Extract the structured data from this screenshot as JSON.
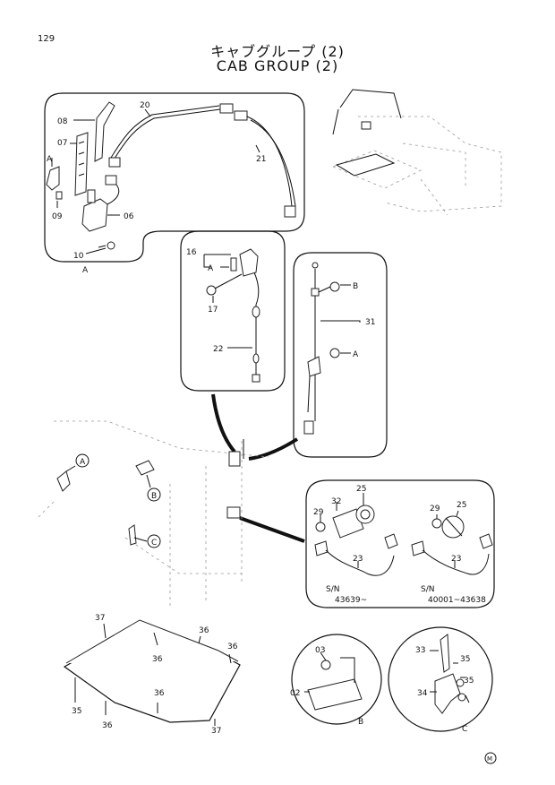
{
  "page_number": "129",
  "title_jp": "キャブグループ (2)",
  "title_en": "CAB GROUP (2)",
  "callouts": {
    "c08": "08",
    "c07": "07",
    "c20": "20",
    "c21": "21",
    "cA1": "A",
    "c09": "09",
    "c06": "06",
    "c10": "10",
    "cA2": "A",
    "c16": "16",
    "cA3": "A",
    "c17": "17",
    "c22": "22",
    "cB1": "B",
    "c31": "31",
    "cA4": "A",
    "cA5": "A",
    "cB2": "B",
    "cC1": "C",
    "c32": "32",
    "c25a": "25",
    "c29a": "29",
    "c23a": "23",
    "c29b": "29",
    "c25b": "25",
    "c23b": "23",
    "c37a": "37",
    "c36a": "36",
    "c36b": "36",
    "c36c": "36",
    "c35": "35",
    "c36d": "36",
    "c36e": "36",
    "c37b": "37",
    "c03": "03",
    "c02": "02",
    "cB3": "B",
    "c33": "33",
    "c35b": "35",
    "c34": "34",
    "c35c": "35",
    "cC2": "C",
    "mark": "M"
  },
  "serials": {
    "sn1_label": "S/N",
    "sn1_range": "43639~",
    "sn2_label": "S/N",
    "sn2_range": "40001~43638"
  }
}
